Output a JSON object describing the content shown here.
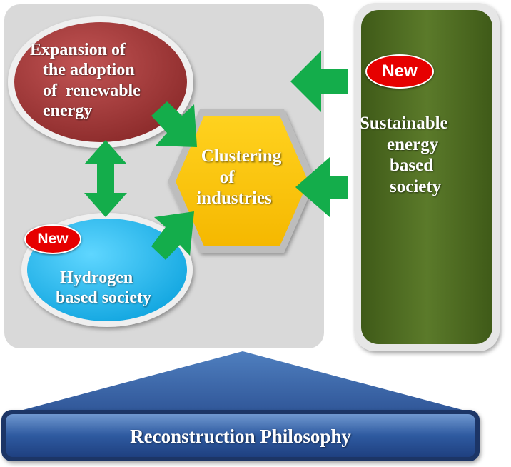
{
  "nodes": {
    "renewable": {
      "label": "Expansion of the adoption of  renewable energy",
      "lines": [
        "Expansion of",
        "the adoption",
        "of  renewable",
        "energy"
      ]
    },
    "cluster": {
      "lines": [
        "Clustering",
        "of",
        "industries"
      ]
    },
    "hydrogen": {
      "lines": [
        "Hydrogen",
        "based society"
      ],
      "badge": "New"
    },
    "sustainable": {
      "lines": [
        "Sustainable",
        "energy",
        "based",
        "society"
      ],
      "badge": "New"
    },
    "philosophy": {
      "label": "Reconstruction Philosophy"
    }
  },
  "colors": {
    "panel": "#d9d9d9",
    "renewable": "#a63a3a",
    "cluster": "#ffc000",
    "hydrogen": "#22b8f0",
    "sustainable": "#4f6a22",
    "arrow": "#14ad4b",
    "philosophy": "#2f5597",
    "badge": "#e60000"
  }
}
